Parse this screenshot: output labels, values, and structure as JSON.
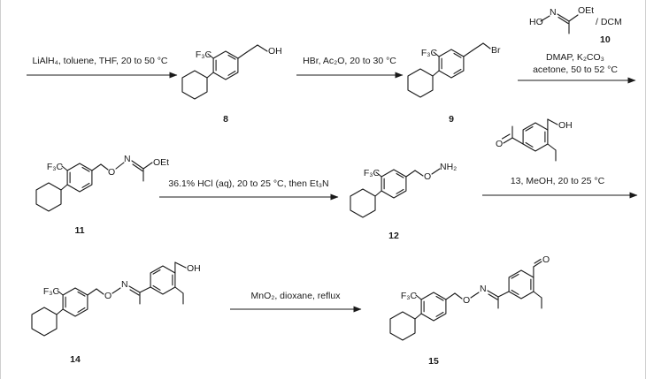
{
  "compounds": [
    {
      "id": "c8",
      "number": "8",
      "cf3": "F₃C",
      "group": "OH"
    },
    {
      "id": "c9",
      "number": "9",
      "cf3": "F₃C",
      "group": "Br"
    },
    {
      "id": "c11",
      "number": "11",
      "cf3": "F₃C",
      "o": "O",
      "n": "N",
      "oet": "OEt"
    },
    {
      "id": "c12",
      "number": "12",
      "cf3": "F₃C",
      "o": "O",
      "nh2": "NH₂"
    },
    {
      "id": "c14",
      "number": "14",
      "cf3": "F₃C",
      "o": "O",
      "n": "N",
      "oh": "OH"
    },
    {
      "id": "c15",
      "number": "15",
      "cf3": "F₃C",
      "o": "O",
      "n": "N",
      "ald_o": "O"
    }
  ],
  "reagent10": {
    "ho": "HO",
    "n": "N",
    "oet": "OEt",
    "solvent": "/ DCM",
    "number": "10"
  },
  "reagent13": {
    "oh": "OH",
    "o": "O"
  },
  "steps": [
    {
      "id": "s1",
      "above": "LiAlH₄, toluene, THF, 20 to 50 °C",
      "below": ""
    },
    {
      "id": "s2",
      "above": "HBr, Ac₂O, 20 to 30 °C",
      "below": ""
    },
    {
      "id": "s3",
      "above": "DMAP, K₂CO₃",
      "below": "acetone, 50 to 52 °C"
    },
    {
      "id": "s4",
      "above": "36.1% HCl (aq), 20 to 25 °C, then Et₃N",
      "below": ""
    },
    {
      "id": "s5",
      "above": "13, MeOH, 20 to 25 °C",
      "below": ""
    },
    {
      "id": "s6",
      "above": "MnO₂, dioxane, reflux",
      "below": ""
    }
  ]
}
